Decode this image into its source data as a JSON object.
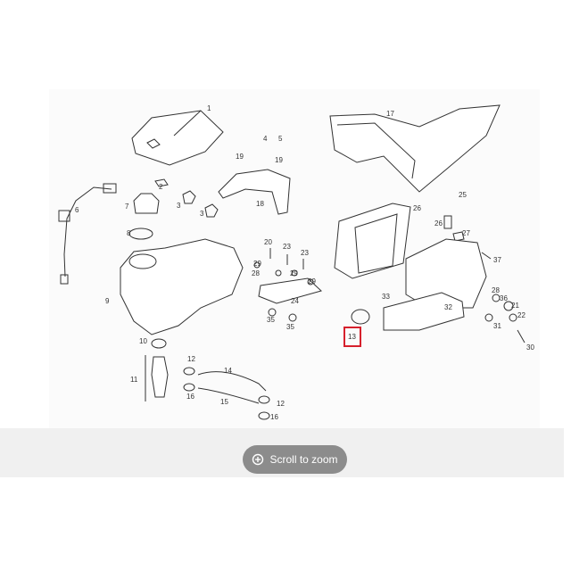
{
  "zoom_hint": {
    "label": "Scroll to zoom",
    "icon": "zoom-in-icon"
  },
  "diagram": {
    "callouts": [
      "1",
      "2",
      "3",
      "3",
      "4",
      "5",
      "6",
      "7",
      "8",
      "9",
      "10",
      "11",
      "12",
      "12",
      "13",
      "14",
      "15",
      "16",
      "16",
      "17",
      "18",
      "19",
      "19",
      "20",
      "21",
      "22",
      "23",
      "23",
      "24",
      "25",
      "26",
      "26",
      "27",
      "28",
      "28",
      "29",
      "29",
      "29",
      "30",
      "31",
      "32",
      "33",
      "35",
      "35",
      "36",
      "37"
    ],
    "highlighted_callout": "13",
    "highlight_color": "#d6202c"
  }
}
